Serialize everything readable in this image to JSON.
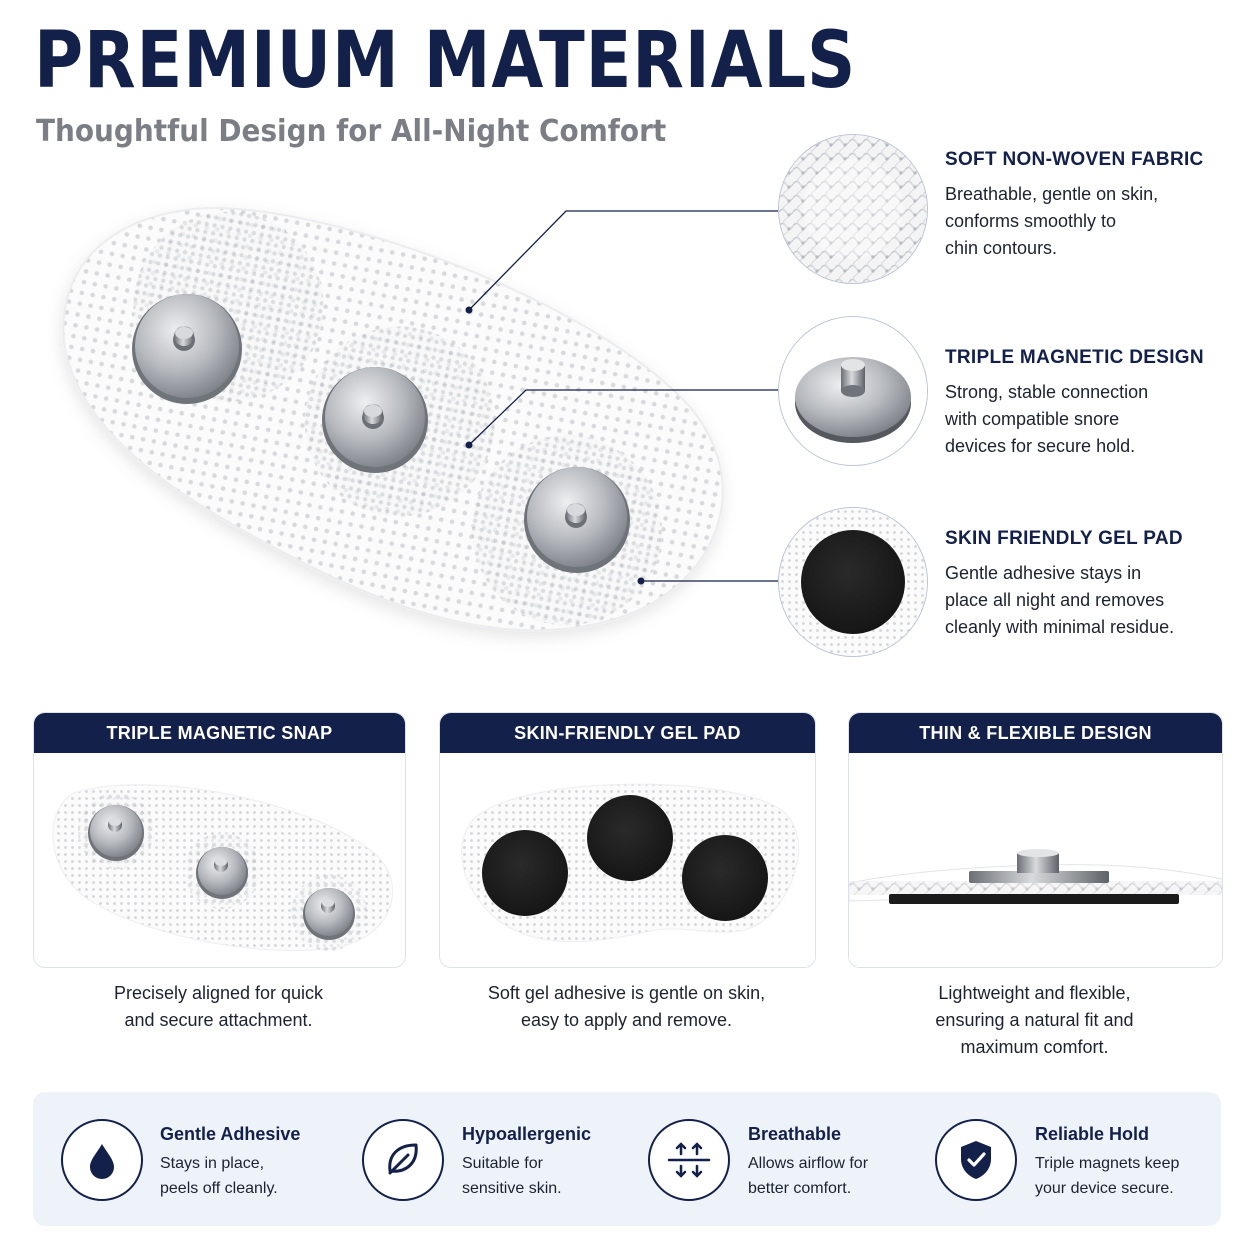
{
  "header": {
    "title": "PREMIUM MATERIALS",
    "subtitle": "Thoughtful Design for All-Night Comfort"
  },
  "features": [
    {
      "title": "SOFT NON-WOVEN FABRIC",
      "lines": [
        "Breathable, gentle on skin,",
        "conforms smoothly to",
        "chin contours."
      ],
      "icon": "fabric-closeup"
    },
    {
      "title": "TRIPLE MAGNETIC DESIGN",
      "lines": [
        "Strong, stable connection",
        "with compatible snore",
        "devices for secure hold."
      ],
      "icon": "magnet-closeup"
    },
    {
      "title": "SKIN FRIENDLY GEL PAD",
      "lines": [
        "Gentle adhesive stays in",
        "place all night and removes",
        "cleanly with minimal residue."
      ],
      "icon": "gel-pad-closeup"
    }
  ],
  "cards": [
    {
      "title": "TRIPLE MAGNETIC SNAP",
      "lines": [
        "Precisely aligned for quick",
        "and secure attachment."
      ]
    },
    {
      "title": "SKIN-FRIENDLY GEL PAD",
      "lines": [
        "Soft gel adhesive is gentle on skin,",
        "easy to apply and remove."
      ]
    },
    {
      "title": "THIN & FLEXIBLE DESIGN",
      "lines": [
        "Lightweight and flexible,",
        "ensuring a natural fit and",
        "maximum comfort."
      ]
    }
  ],
  "benefits": [
    {
      "title": "Gentle Adhesive",
      "lines": [
        "Stays in place,",
        "peels off cleanly."
      ],
      "icon": "drop-icon"
    },
    {
      "title": "Hypoallergenic",
      "lines": [
        "Suitable for",
        "sensitive skin."
      ],
      "icon": "leaf-icon"
    },
    {
      "title": "Breathable",
      "lines": [
        "Allows airflow for",
        "better comfort."
      ],
      "icon": "airflow-icon"
    },
    {
      "title": "Reliable Hold",
      "lines": [
        "Triple magnets keep",
        "your device secure."
      ],
      "icon": "shield-check-icon"
    }
  ],
  "colors": {
    "navy": "#13204a",
    "gray_text": "#7b7f85",
    "panel_bg": "#eef3fa",
    "magnet_steel": "#b9bcc2",
    "gel_black": "#1b1b1b"
  }
}
